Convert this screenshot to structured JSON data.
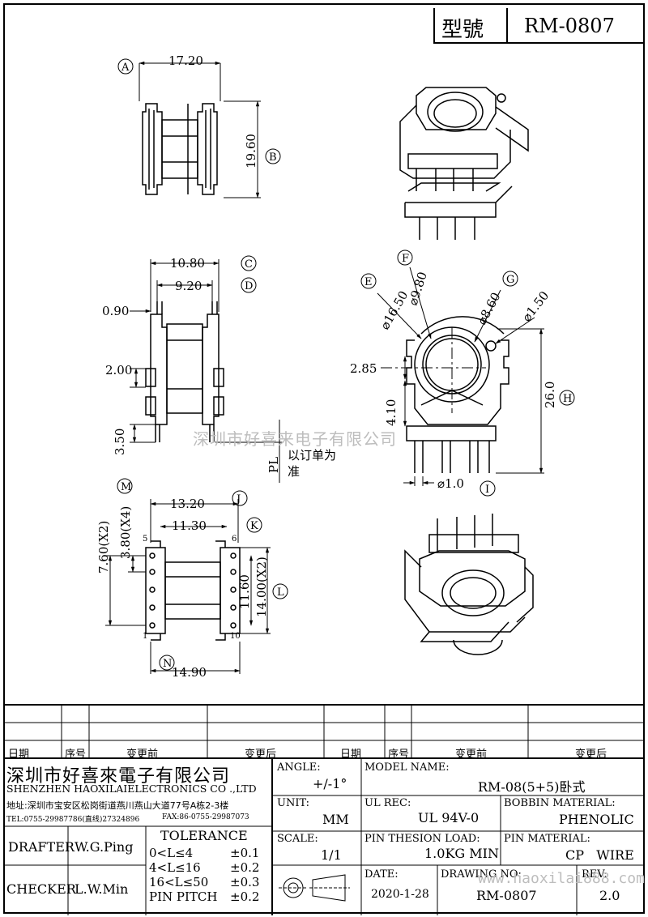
{
  "title_block": {
    "model_label": "型號",
    "model": "RM-0807"
  },
  "views": {
    "top": {
      "dim_a": "17.20",
      "dim_b": "19.60",
      "tag_a": "A",
      "tag_b": "B"
    },
    "side": {
      "dim_c": "10.80",
      "dim_d": "9.20",
      "dim_090": "0.90",
      "dim_200": "2.00",
      "dim_350": "3.50",
      "tag_c": "C",
      "tag_d": "D",
      "pl_label": "PL",
      "pl_note_1": "以订单为",
      "pl_note_2": "准"
    },
    "bottom": {
      "dim_j": "13.20",
      "dim_k": "11.30",
      "dim_m": "7.60(X2)",
      "dim_m2": "3.80(X4)",
      "dim_l1": "11.60",
      "dim_l2": "14.00(X2)",
      "dim_n": "14.90",
      "tag_j": "J",
      "tag_k": "K",
      "tag_m": "M",
      "tag_l": "L",
      "tag_n": "N",
      "pin_5": "5",
      "pin_6": "6",
      "pin_1": "1",
      "pin_10": "10"
    },
    "front": {
      "dim_e": "⌀16.50",
      "dim_f": "⌀9.80",
      "dim_g": "⌀8.60",
      "dim_150": "⌀1.50",
      "dim_285": "2.85",
      "dim_410": "4.10",
      "dim_h": "26.0",
      "dim_i": "⌀1.0",
      "tag_e": "E",
      "tag_f": "F",
      "tag_g": "G",
      "tag_h": "H",
      "tag_i": "I"
    }
  },
  "watermark": "深圳市好喜来电子有限公司",
  "watermark_url": "www.haoxilai888.com",
  "revision_table": {
    "headers": [
      "日期",
      "序号",
      "变更前",
      "变更后",
      "日期",
      "序号",
      "变更前",
      "变更后"
    ]
  },
  "company": {
    "name_cn": "深圳市好喜來電子有限公司",
    "name_en": "SHENZHEN HAOXILAIELECTRONICS CO .,LTD",
    "address": "地址:深圳市宝安区松岗街道燕川燕山大道77号A栋2-3楼",
    "phone": "TEL:0755-29987786(直线)27324896",
    "fax": "FAX:86-0755-29987073"
  },
  "info": {
    "angle_label": "ANGLE:",
    "angle_value": "+/-1°",
    "model_name_label": "MODEL NAME:",
    "model_name_value": "RM-08(5+5)卧式",
    "unit_label": "UNIT:",
    "unit_value": "MM",
    "ul_rec_label": "UL REC:",
    "ul_rec_value": "UL 94V-0",
    "bobbin_material_label": "BOBBIN MATERIAL:",
    "bobbin_material_value": "PHENOLIC",
    "scale_label": "SCALE:",
    "scale_value": "1/1",
    "pin_tension_label": "PIN THESION LOAD:",
    "pin_tension_value": "1.0KG MIN",
    "pin_material_label": "PIN MATERIAL:",
    "pin_material_value": "CP   WIRE",
    "date_label": "DATE:",
    "date_value": "2020-1-28",
    "drawing_no_label": "DRAWING NO:",
    "drawing_no_value": "RM-0807",
    "rev_label": "REV:",
    "rev_value": "2.0"
  },
  "people": {
    "drafter_label": "DRAFTER",
    "drafter_value": "W.G.Ping",
    "checker_label": "CHECKER",
    "checker_value": "L.W.Min"
  },
  "tolerance": {
    "title": "TOLERANCE",
    "rows": [
      {
        "range": "0<L≤4",
        "value": "±0.1"
      },
      {
        "range": "4<L≤16",
        "value": "±0.2"
      },
      {
        "range": "16<L≤50",
        "value": "±0.3"
      },
      {
        "range": "PIN PITCH",
        "value": "±0.2"
      }
    ]
  }
}
